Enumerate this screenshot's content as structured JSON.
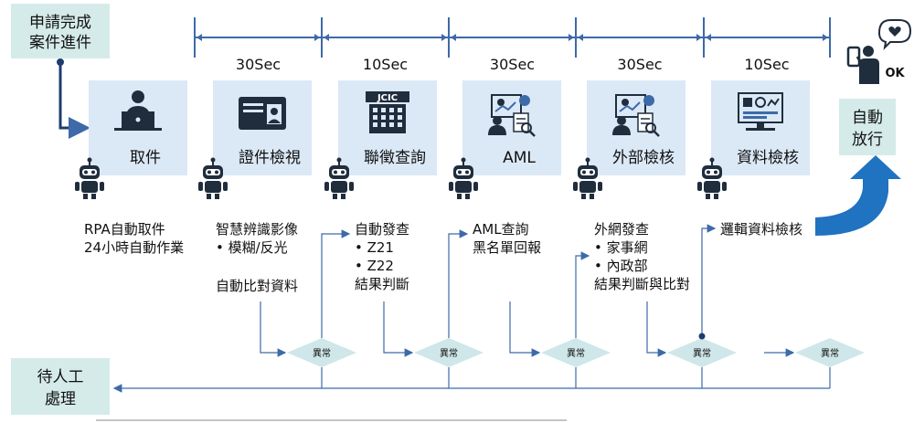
{
  "start_box": {
    "line1": "申請完成",
    "line2": "案件進件"
  },
  "end_box": {
    "line1": "自動",
    "line2": "放行"
  },
  "manual_box": {
    "line1": "待人工",
    "line2": "處理"
  },
  "ok_label": "OK",
  "durations": [
    "30Sec",
    "10Sec",
    "30Sec",
    "30Sec",
    "10Sec"
  ],
  "steps": [
    {
      "label": "取件",
      "icon": "person-at-laptop-icon"
    },
    {
      "label": "證件檢視",
      "icon": "id-card-icon",
      "jcic": ""
    },
    {
      "label": "聯徵查詢",
      "icon": "jcic-building-icon",
      "jcic": "JCIC"
    },
    {
      "label": "AML",
      "icon": "aml-analysis-icon"
    },
    {
      "label": "外部檢核",
      "icon": "external-check-icon"
    },
    {
      "label": "資料檢核",
      "icon": "data-dashboard-icon"
    }
  ],
  "descriptions": [
    {
      "lines": [
        "RPA自動取件",
        "24小時自動作業"
      ]
    },
    {
      "lines": [
        "智慧辨識影像",
        "•   模糊/反光",
        "",
        "自動比對資料"
      ]
    },
    {
      "lines": [
        "自動發查",
        "•   Z21",
        "•   Z22",
        "結果判斷"
      ]
    },
    {
      "lines": [
        "AML查詢",
        "黑名單回報"
      ]
    },
    {
      "lines": [
        "外網發查",
        "•   家事網",
        "•   內政部",
        "結果判斷與比對"
      ]
    },
    {
      "lines": [
        "邏輯資料檢核"
      ]
    }
  ],
  "exception_label": "異常",
  "colors": {
    "box_fill": "#dbe8f6",
    "teal_box": "#d5ebe9",
    "line": "#3d6aa8",
    "diamond": "#cfe7e9",
    "robot": "#1f2d3d",
    "icon": "#1f2d3d",
    "arrow": "#1f73c0"
  }
}
